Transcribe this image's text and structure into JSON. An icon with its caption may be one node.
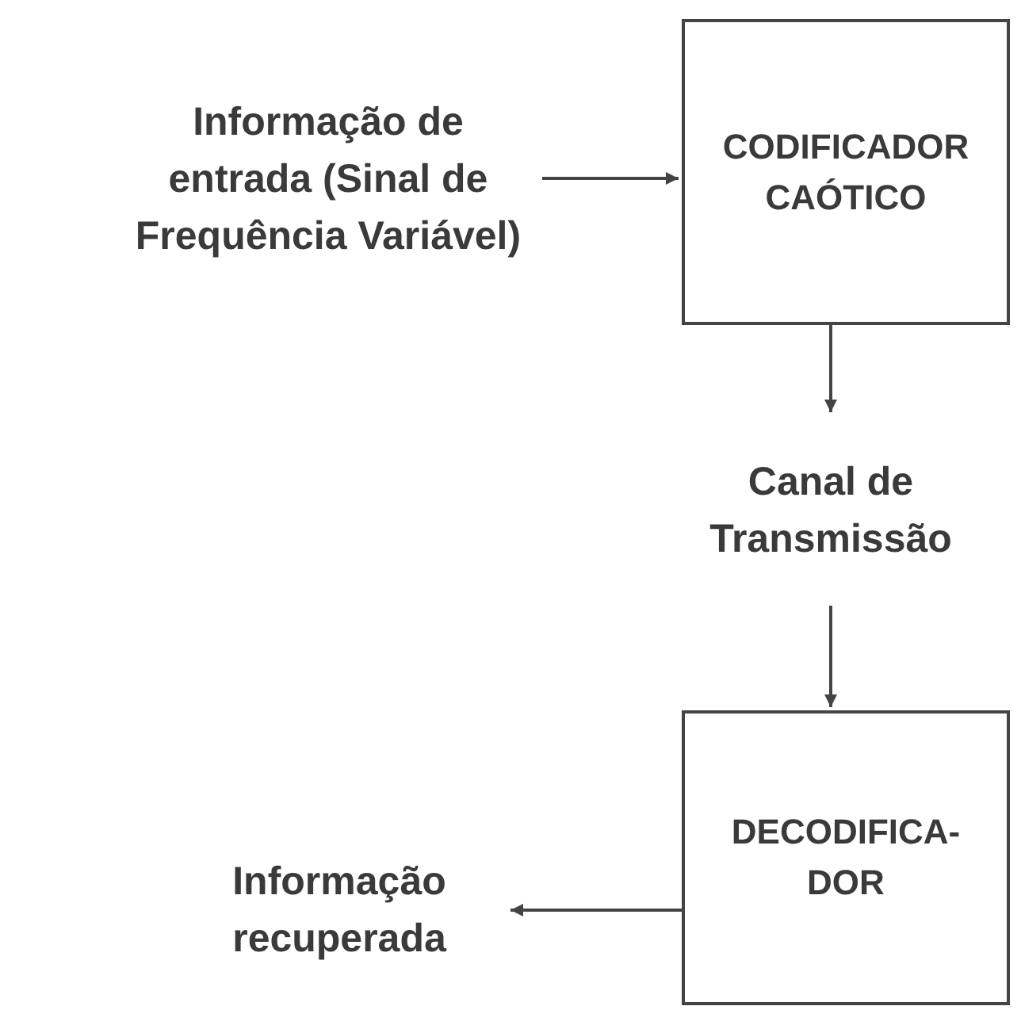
{
  "diagram": {
    "nodes": [
      {
        "text": [
          "Informação de entrada (Sinal de Frequência Variável)"
        ]
      },
      {
        "text": [
          "CODIFICADOR CAÓTICO"
        ]
      },
      {
        "text": [
          "Canal de Transmissão"
        ]
      },
      {
        "text": [
          "DECODIFICA-DOR"
        ]
      },
      {
        "text": [
          "Informação recuperada"
        ]
      }
    ],
    "edges": [
      {
        "from": 0,
        "to": 1,
        "arrow": "to"
      },
      {
        "from": 1,
        "to": 2,
        "arrow": "to"
      },
      {
        "from": 2,
        "to": 3,
        "arrow": "to"
      },
      {
        "from": 3,
        "to": 4,
        "arrow": "to"
      }
    ]
  }
}
